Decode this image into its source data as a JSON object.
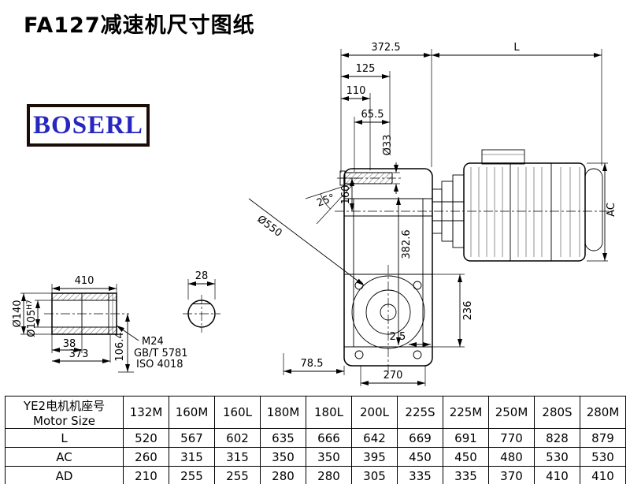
{
  "title": "FA127减速机尺寸图纸",
  "logo_text": "BOSERL",
  "drawing": {
    "dims": {
      "overall_width": "372.5",
      "motor_length": "L",
      "d125": "125",
      "d110": "110",
      "d65_5": "65.5",
      "shaft_dia": "Ø33",
      "d160": "160",
      "angle": "25°",
      "flange_dia": "Ø550",
      "d382_6": "382.6",
      "motor_dia": "AC",
      "d236": "236",
      "d2_5": "2.5",
      "d78_5": "78.5",
      "d270": "270"
    },
    "shaft_detail": {
      "length": "410",
      "outer_dia": "Ø140",
      "bore_dia": "Ø105",
      "bore_tol": "H7",
      "d38": "38",
      "d373": "373",
      "d106_4": "106.4",
      "thread": "M24",
      "std_gb": "GB/T 5781",
      "std_iso": "ISO 4018"
    },
    "section": {
      "d28": "28"
    }
  },
  "table": {
    "row_header_cn": "YE2电机机座号",
    "row_header_en": "Motor Size",
    "columns": [
      "132M",
      "160M",
      "160L",
      "180M",
      "180L",
      "200L",
      "225S",
      "225M",
      "250M",
      "280S",
      "280M"
    ],
    "rows": [
      {
        "label": "L",
        "values": [
          "520",
          "567",
          "602",
          "635",
          "666",
          "642",
          "669",
          "691",
          "770",
          "828",
          "879"
        ]
      },
      {
        "label": "AC",
        "values": [
          "260",
          "315",
          "315",
          "350",
          "350",
          "395",
          "450",
          "450",
          "480",
          "530",
          "530"
        ]
      },
      {
        "label": "AD",
        "values": [
          "210",
          "255",
          "255",
          "280",
          "280",
          "305",
          "335",
          "335",
          "370",
          "410",
          "410"
        ]
      }
    ]
  }
}
